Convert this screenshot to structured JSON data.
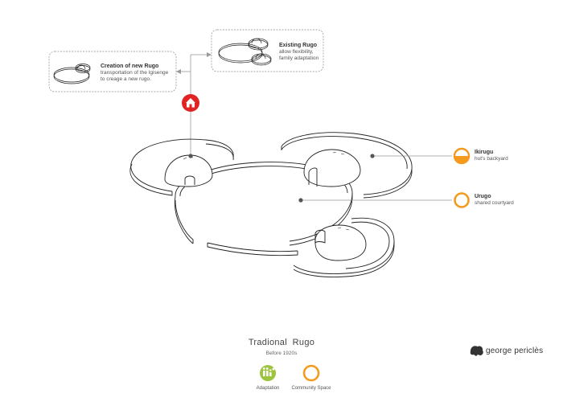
{
  "colors": {
    "line": "#222222",
    "dashed_box": "#8a8a8a",
    "accent_red": "#e02424",
    "accent_orange": "#f39a1f",
    "accent_green": "#9cc43c",
    "dot": "#555555",
    "pointer": "#999999"
  },
  "icons": {
    "house": "house-icon",
    "half_circle": "half-filled-circle-icon",
    "ring": "ring-icon",
    "family": "family-icon",
    "brand_mark": "lion-head-icon"
  },
  "callouts": {
    "new_rugo": {
      "title": "Creation of new Rugo",
      "line1": "transportation of the Igisenge",
      "line2": "to creage a new rugo."
    },
    "existing_rugo": {
      "title": "Existing Rugo",
      "line1": "allow flexibility,",
      "line2": "family adaptation"
    },
    "ikirugu": {
      "title": "Ikirugu",
      "line1": "hut's backyard"
    },
    "urugo": {
      "title": "Urugo",
      "line1": "shared courtyard"
    }
  },
  "title": "Tradional  Rugo",
  "subtitle": "Before 1920s",
  "legend": {
    "adaptation": "Adaptation",
    "community": "Community Space"
  },
  "brand": "george periclès"
}
